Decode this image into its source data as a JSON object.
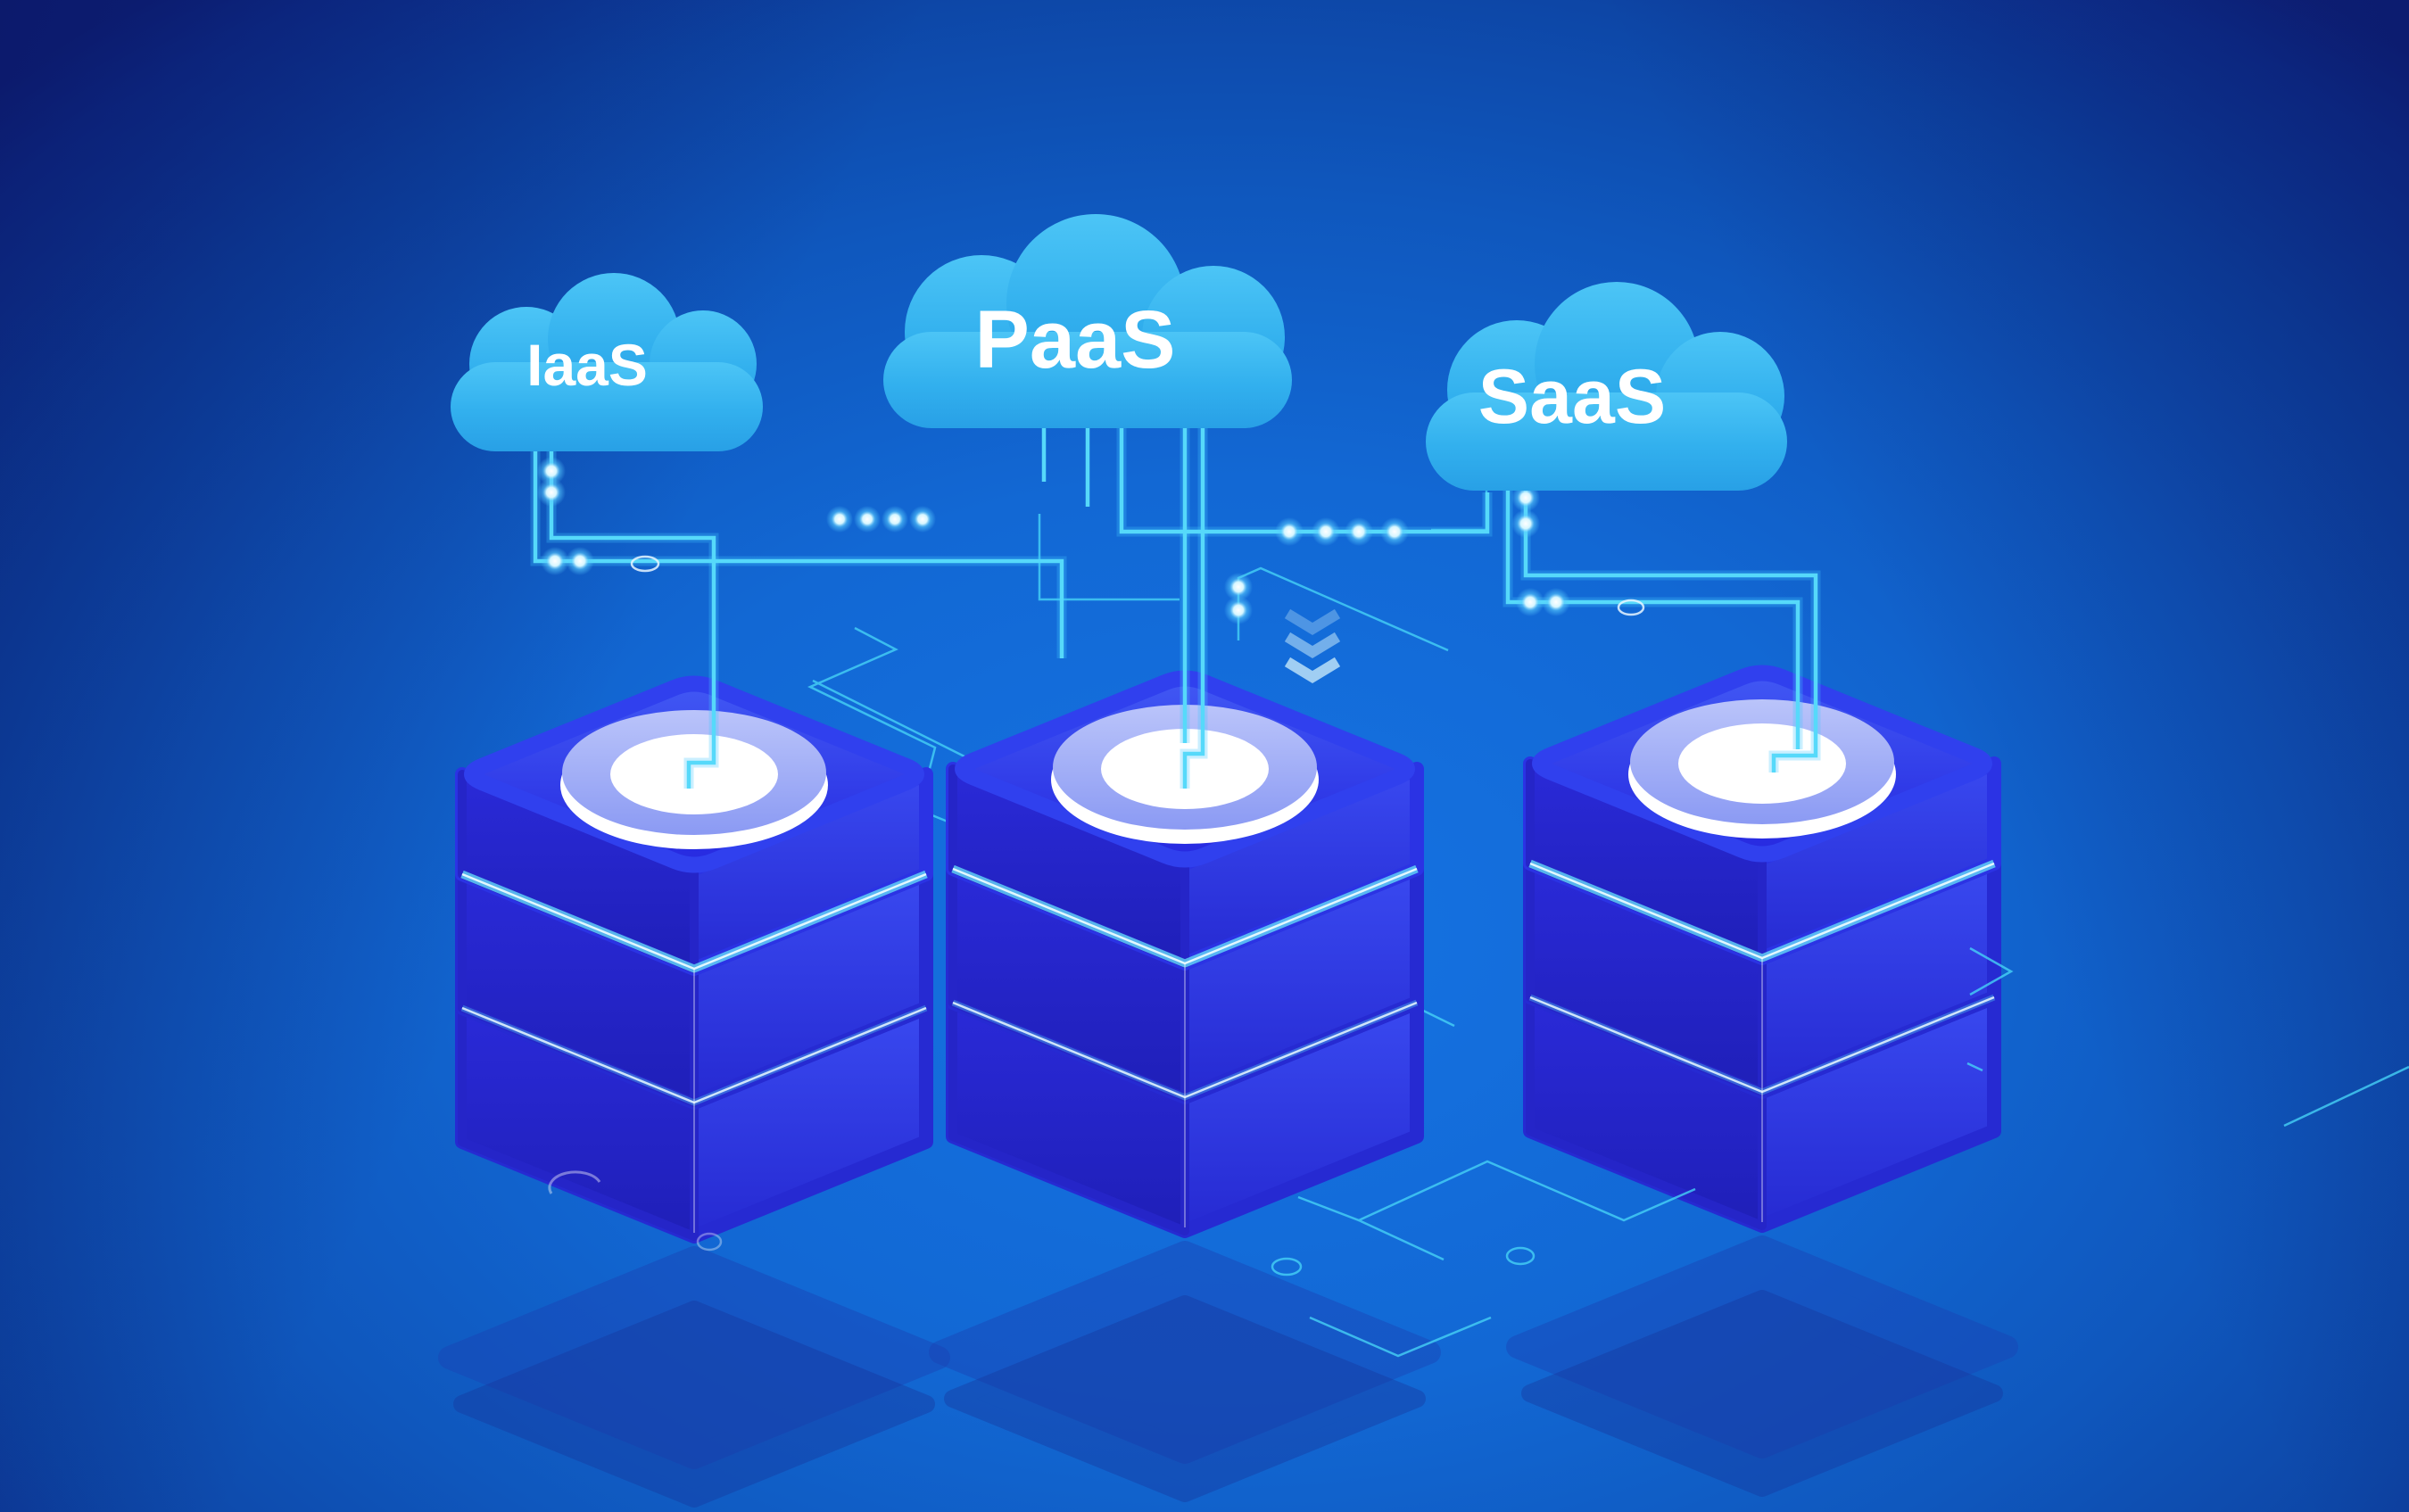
{
  "title": "Cloud services IaaS / PaaS / SaaS connected to server stacks",
  "clouds": [
    {
      "id": "iaas",
      "label": "IaaS"
    },
    {
      "id": "paas",
      "label": "PaaS"
    },
    {
      "id": "saas",
      "label": "SaaS"
    }
  ],
  "servers": [
    {
      "id": "server-left",
      "connected_to": "IaaS"
    },
    {
      "id": "server-middle",
      "connected_to": "PaaS"
    },
    {
      "id": "server-right",
      "connected_to": "SaaS"
    }
  ],
  "connections": [
    {
      "from": "IaaS",
      "to": "server-left"
    },
    {
      "from": "PaaS",
      "to": "server-middle"
    },
    {
      "from": "PaaS",
      "to": "SaaS"
    },
    {
      "from": "SaaS",
      "to": "server-right"
    }
  ],
  "colors": {
    "background_center": "#1573e3",
    "background_edge": "#0f2680",
    "cloud_top": "#4cc5f6",
    "cloud_bottom": "#28a0e6",
    "server_top_face": "#3a4cf2",
    "server_left_face": "#2a2ad8",
    "server_right_face": "#3949f0",
    "disc_ring": "#93a2f4",
    "disc_core": "#ffffff",
    "circuit_line": "#56d9fa",
    "edge_highlight": "#6ae6fb",
    "label_text": "#ffffff"
  }
}
